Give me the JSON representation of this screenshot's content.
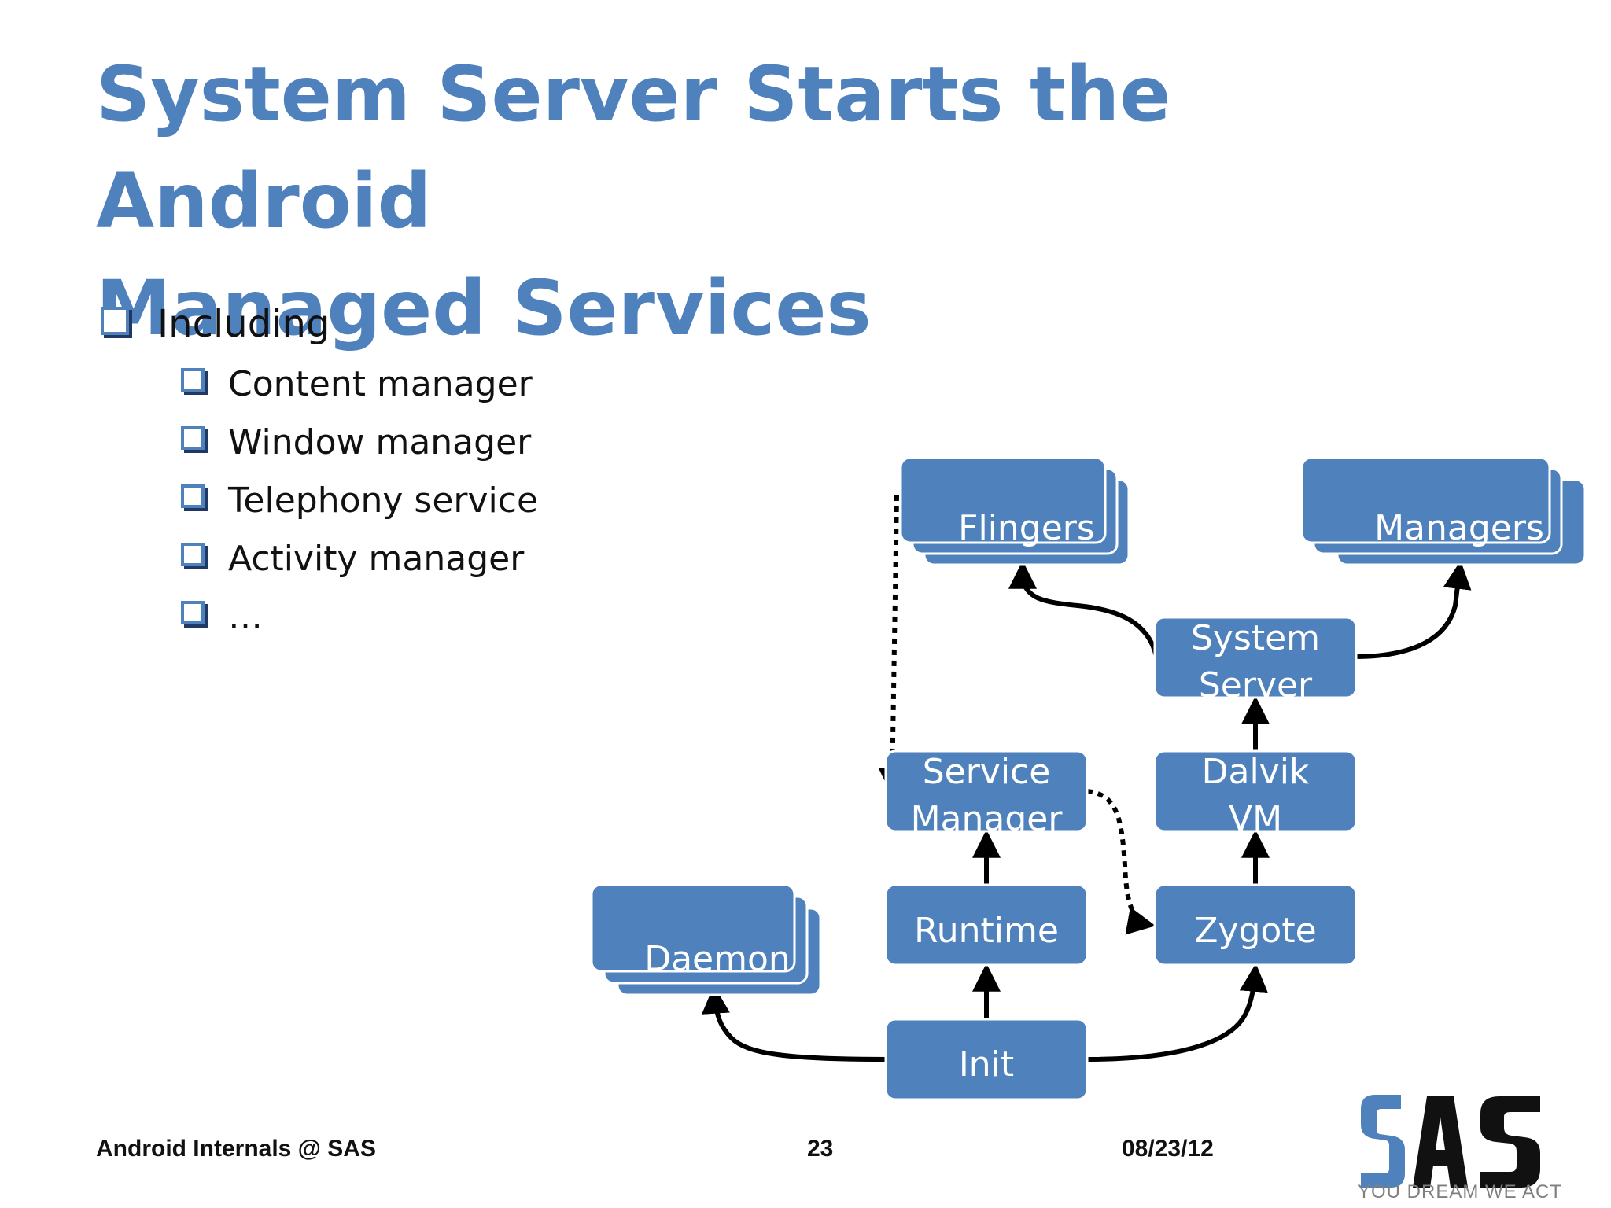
{
  "slide": {
    "title_line1": "System Server Starts the Android",
    "title_line2": "Managed Services"
  },
  "bullets": {
    "level1": "Including",
    "level2": [
      "Content manager",
      "Window manager",
      "Telephony service",
      "Activity manager",
      "…"
    ]
  },
  "diagram": {
    "nodes": {
      "flingers": "Flingers",
      "managers": "Managers",
      "system_server": [
        "System",
        "Server"
      ],
      "service_manager": [
        "Service",
        "Manager"
      ],
      "dalvik_vm": [
        "Dalvik",
        "VM"
      ],
      "runtime": "Runtime",
      "zygote": "Zygote",
      "daemon": "Daemon",
      "init": "Init"
    },
    "colors": {
      "node_fill": "#4f81bd",
      "node_stroke": "#ffffff",
      "arrow": "#000000"
    }
  },
  "footer": {
    "left": "Android Internals @ SAS",
    "center": "23",
    "right": "08/23/12"
  },
  "logo": {
    "tagline": "YOU DREAM WE ACT"
  }
}
